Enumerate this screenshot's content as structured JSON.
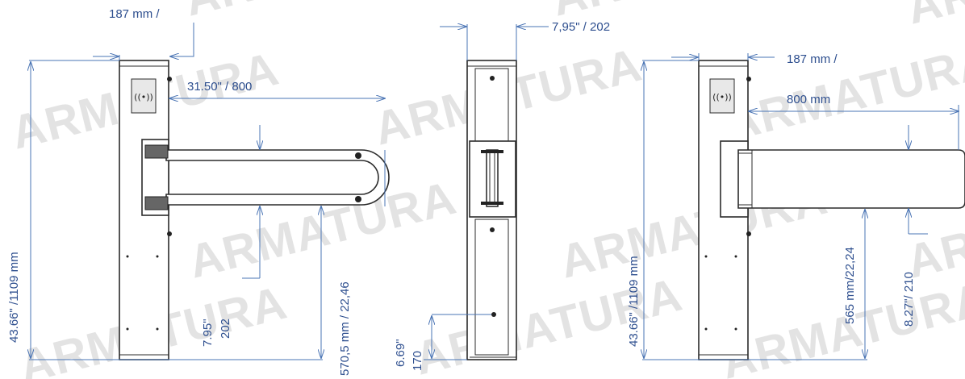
{
  "watermark": {
    "text": "ARMATURA"
  },
  "colors": {
    "dimension": "#4a74b4",
    "label": "#2e4f8f",
    "outline": "#2b2b2b",
    "watermark": "#e3e3e3"
  },
  "left_view": {
    "top_width": "187 mm /",
    "arm_length": "31.50\" / 800",
    "total_height": "43.66\" /1109 mm",
    "small_dim_in": "7.95\"",
    "small_dim_mm": "202",
    "arm_height": "570,5 mm / 22,46"
  },
  "middle_view": {
    "top_width": "7,95\" / 202",
    "bottom_dim_in": "6.69\"",
    "bottom_dim_mm": "170"
  },
  "right_view": {
    "top_width": "187 mm /",
    "arm_length": "800 mm",
    "total_height": "43.66\" /1109 mm",
    "arm_height": "565 mm/22,24",
    "panel_height": "8.27\"/ 210"
  }
}
